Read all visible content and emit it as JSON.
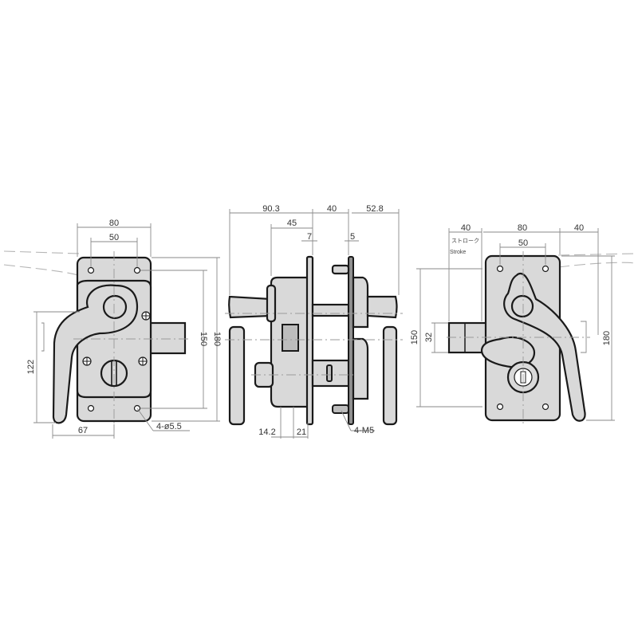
{
  "colors": {
    "part_fill": "#d9d9d9",
    "outline": "#1a1a1a",
    "dimension_line": "#8a8a8a",
    "label": "#333333"
  },
  "front_view": {
    "dims": {
      "overall_width": "80",
      "hole_pitch_width": "50",
      "hole_pitch_height": "150",
      "overall_height": "180",
      "handle_height": "122",
      "handle_offset": "67",
      "mounting_holes": "4-ø5.5"
    }
  },
  "side_view": {
    "dims": {
      "inner_projection": "90.3",
      "case_depth": "45",
      "plate_thickness_left": "7",
      "door_thickness": "40",
      "outer_projection": "52.8",
      "plate_thickness_right": "5",
      "knob_offset": "14.2",
      "bolt_offset": "21",
      "mounting_screws": "4-M5"
    }
  },
  "back_view": {
    "dims": {
      "stroke_width": "40",
      "overall_width": "80",
      "hole_pitch_width": "50",
      "handle_projection": "40",
      "hole_pitch_height": "150",
      "bolt_height": "32",
      "overall_height": "180"
    },
    "stroke_label_jp": "ストローク",
    "stroke_label_en": "Stroke"
  }
}
